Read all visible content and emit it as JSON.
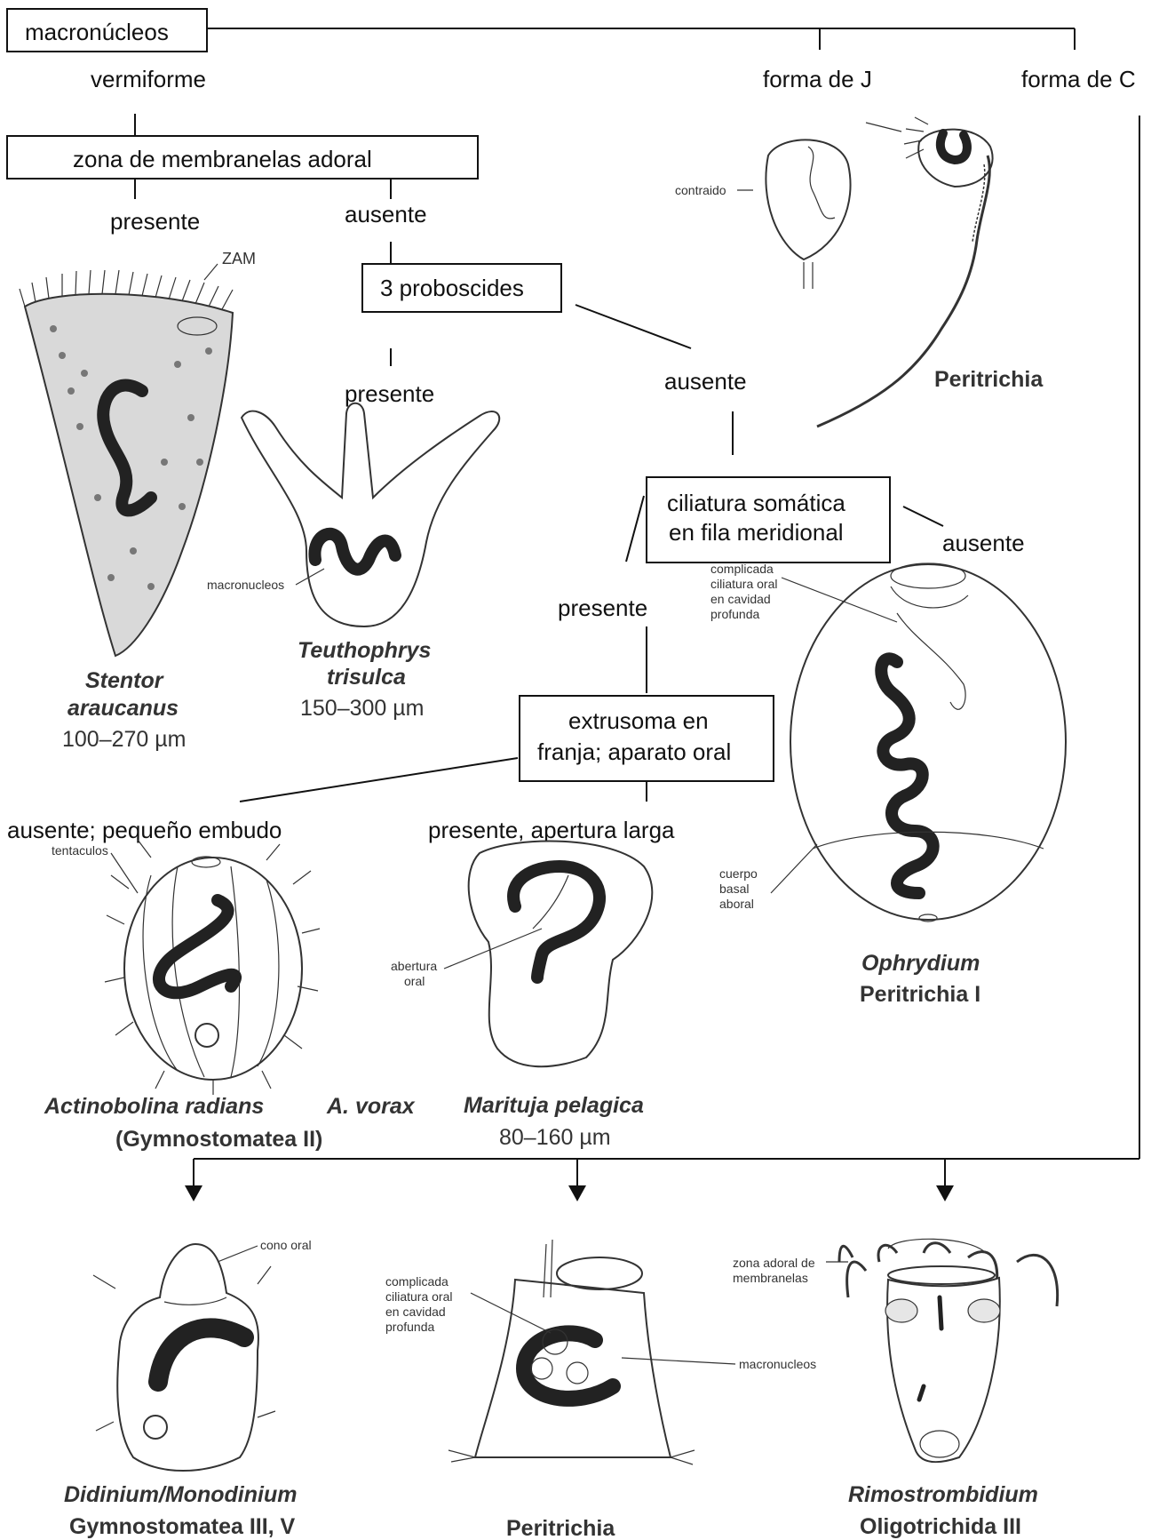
{
  "nodes": {
    "macronucleos": "macronúcleos",
    "vermiforme": "vermiforme",
    "forma_j": "forma de J",
    "forma_c": "forma de C",
    "zona": "zona de membranelas adoral",
    "presente1": "presente",
    "ausente1": "ausente",
    "proboscides": "3 proboscides",
    "presente2": "presente",
    "ausente2": "ausente",
    "ciliatura_l1": "ciliatura somática",
    "ciliatura_l2": "en fila meridional",
    "presente3": "presente",
    "ausente3": "ausente",
    "extrusoma_l1": "extrusoma en",
    "extrusoma_l2": "franja; aparato oral",
    "ausente4": "ausente; pequeño embudo",
    "presente4": "presente, apertura larga"
  },
  "annotations": {
    "zam": "ZAM",
    "contraido": "contraido",
    "macronucleos_teuth": "macronucleos",
    "complicada_top": [
      "complicada",
      "ciliatura oral",
      "en cavidad",
      "profunda"
    ],
    "cuerpo_basal": [
      "cuerpo",
      "basal",
      "aboral"
    ],
    "tentaculos": "tentaculos",
    "abertura_oral": [
      "abertura",
      "oral"
    ],
    "cono_oral": "cono oral",
    "complicada_bottom": [
      "complicada",
      "ciliatura oral",
      "en cavidad",
      "profunda"
    ],
    "macronucleos_bottom": "macronucleos",
    "zona_adoral": [
      "zona adoral de",
      "membranelas"
    ]
  },
  "captions": {
    "peritrichia_top": "Peritrichia",
    "stentor_1": "Stentor",
    "stentor_2": "araucanus",
    "stentor_size": "100–270 µm",
    "teuth_1": "Teuthophrys",
    "teuth_2": "trisulca",
    "teuth_size": "150–300 µm",
    "ophrydium": "Ophrydium",
    "ophrydium_group": "Peritrichia I",
    "actino": "Actinobolina radians",
    "avorax": "A. vorax",
    "gymno2": "(Gymnostomatea II)",
    "marituja": "Marituja pelagica",
    "marituja_size": "80–160 µm",
    "didinium": "Didinium/Monodinium",
    "gymno35": "Gymnostomatea III, V",
    "peritrichia_bottom": "Peritrichia",
    "rimo": "Rimostrombidium",
    "oligo": "Oligotrichida III"
  }
}
